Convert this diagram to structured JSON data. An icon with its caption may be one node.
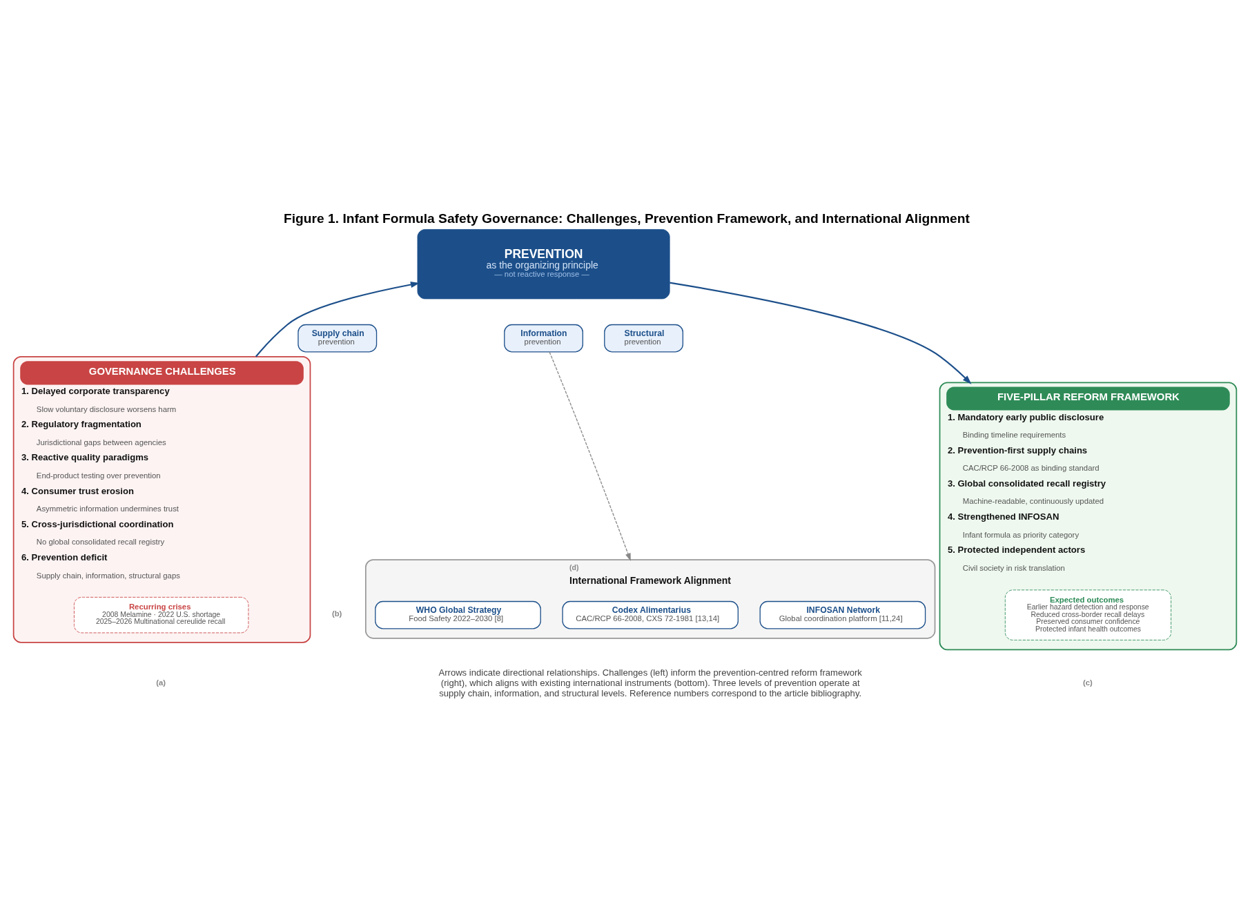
{
  "diagram": {
    "title": "Figure 1. Infant Formula Safety Governance: Challenges, Prevention Framework, and International Alignment",
    "caption": "Arrows indicate directional relationships. Challenges (left) inform the prevention-centred reform framework (right), which aligns with existing international instruments (bottom). Three levels of prevention operate at supply chain, information, and structural levels. Reference numbers correspond to the article bibliography.",
    "nodes": [
      {
        "text": [
          "GOVERNANCE CHALLENGES",
          "1. Delayed corporate transparency",
          "Slow voluntary disclosure worsens harm",
          "2. Regulatory fragmentation",
          "Jurisdictional gaps between agencies",
          "3. Reactive quality paradigms",
          "End-product testing over prevention",
          "4. Consumer trust erosion",
          "Asymmetric information undermines trust",
          "5. Cross-jurisdictional coordination",
          "No global consolidated recall registry",
          "6. Prevention deficit",
          "Supply chain, information, structural gaps"
        ]
      },
      {
        "text": [
          "Recurring crises",
          "2008 Melamine · 2022 U.S. shortage",
          "2025–2026 Multinational cereulide recall"
        ],
        "in": 0
      },
      {
        "text": [
          "PREVENTION",
          "as the organizing principle",
          "— not reactive response —"
        ]
      },
      {
        "text": [
          "Supply chain",
          "prevention"
        ]
      },
      {
        "text": [
          "Information",
          "prevention"
        ]
      },
      {
        "text": [
          "Structural",
          "prevention"
        ]
      },
      {
        "text": [
          "FIVE-PILLAR REFORM FRAMEWORK",
          "1. Mandatory early public disclosure",
          "Binding timeline requirements",
          "2. Prevention-first supply chains",
          "CAC/RCP 66-2008 as binding standard",
          "3. Global consolidated recall registry",
          "Machine-readable, continuously updated",
          "4. Strengthened INFOSAN",
          "Infant formula as priority category",
          "5. Protected independent actors",
          "Civil society in risk translation"
        ]
      },
      {
        "text": [
          "Expected outcomes",
          "Earlier hazard detection and response",
          "Reduced cross-border recall delays",
          "Preserved consumer confidence",
          "Protected infant health outcomes"
        ],
        "in": 6
      },
      {
        "text": [
          "(d)",
          "International Framework Alignment"
        ]
      },
      {
        "text": [
          "WHO Global Strategy",
          "Food Safety 2022–2030 [8]"
        ],
        "in": 8
      },
      {
        "text": [
          "Codex Alimentarius",
          "CAC/RCP 66-2008, CXS 72-1981 [13,14]"
        ],
        "in": 8
      },
      {
        "text": [
          "INFOSAN Network",
          "Global coordination platform [11,24]"
        ],
        "in": 8
      }
    ],
    "edges": [
      {
        "from": 0,
        "to": 2,
        "arrow": "to"
      },
      {
        "from": 2,
        "to": 6,
        "arrow": "to"
      },
      {
        "from": 4,
        "to": 8,
        "arrow": "to",
        "style": "dashed",
        "color": "#888888"
      }
    ],
    "labels": [
      "(b)",
      "(a)",
      "(c)"
    ]
  }
}
